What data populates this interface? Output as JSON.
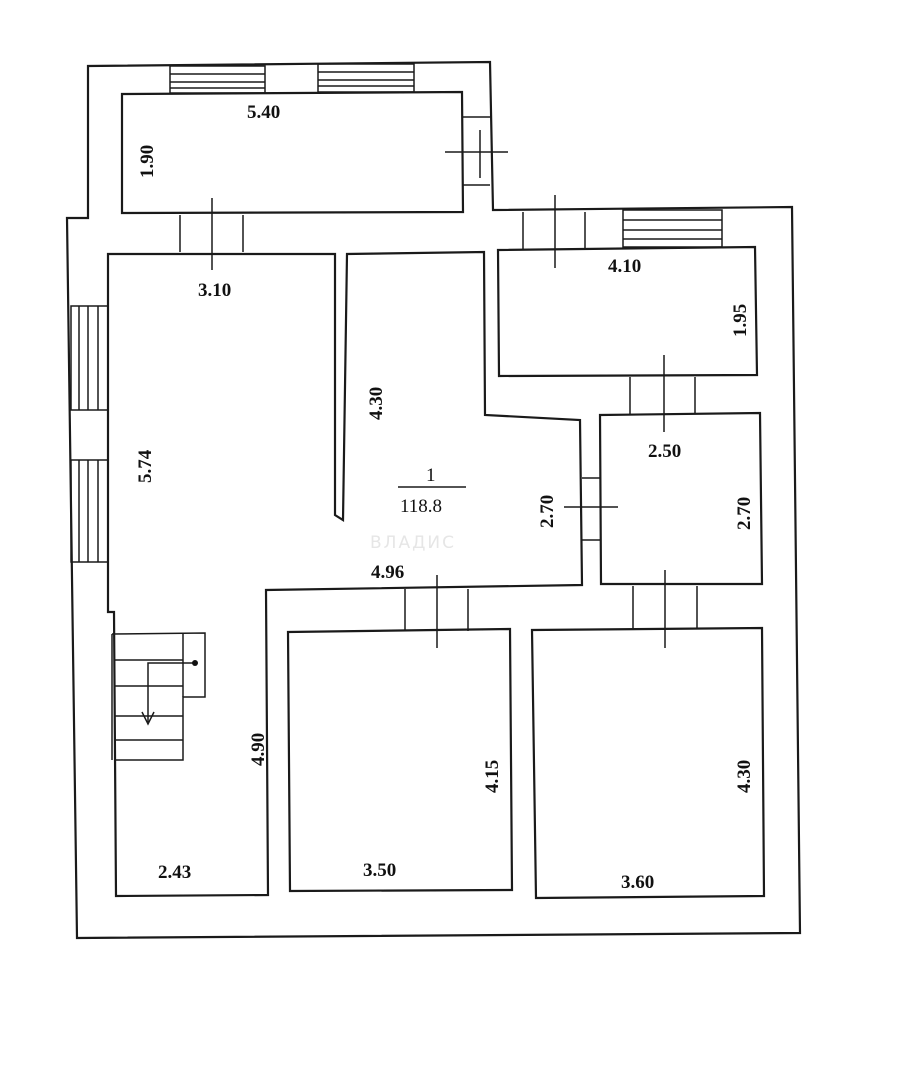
{
  "plan": {
    "room_number": "1",
    "area": "118.8",
    "watermark": "ВЛАДИС",
    "dimensions": {
      "top_room_width": "5.40",
      "top_room_depth": "1.90",
      "hall_top_width": "3.10",
      "hall_left_length": "5.74",
      "corridor_length": "4.30",
      "right_top_width": "4.10",
      "right_top_depth": "1.95",
      "small_room_width": "2.50",
      "small_room_depth": "2.70",
      "hall_right_depth": "2.70",
      "hall_bottom_width": "4.96",
      "stair_area_length": "4.90",
      "stair_area_width": "2.43",
      "mid_room_depth": "4.15",
      "mid_room_width": "3.50",
      "right_bottom_depth": "4.30",
      "right_bottom_width": "3.60"
    }
  }
}
